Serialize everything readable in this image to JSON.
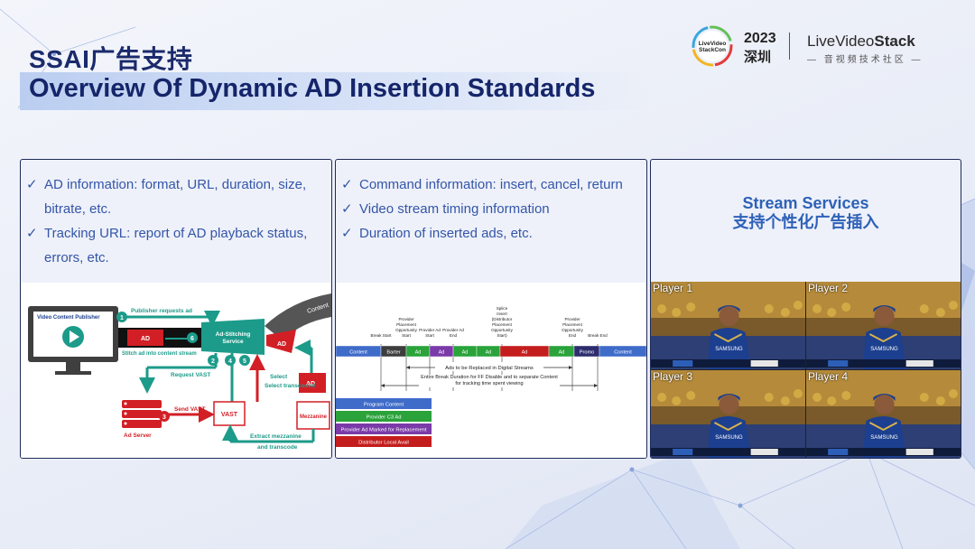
{
  "header": {
    "title_cn": "SSAI广告支持",
    "title_en": "Overview Of Dynamic AD Insertion Standards"
  },
  "logo": {
    "badge_line1": "LiveVideo",
    "badge_line2": "StackCon",
    "year": "2023",
    "city": "深圳",
    "brand_prefix": "L",
    "brand_mid": "iveVideo",
    "brand_suffix": "Stack",
    "brand_sub": "— 音视频技术社区 —"
  },
  "panel1": {
    "bullets": [
      "AD information: format, URL, duration, size, bitrate, etc.",
      "Tracking URL: report of AD playback status, errors, etc."
    ],
    "diagram": {
      "publisher_box": "Video Content Publisher",
      "step1_label": "Publisher requests ad",
      "stitch_service": "Ad-Stitching Service",
      "content_label": "Content",
      "ad_label": "AD",
      "step6_label": "Stitch ad into content stream",
      "request_vast": "Request VAST",
      "select_transcoded": "Select transcoded",
      "send_vast": "Send VAST",
      "vast_box": "VAST",
      "mezzanine_box": "Mezzanine",
      "ad_server": "Ad Server",
      "extract_label": "Extract mezzanine and transcode",
      "steps": [
        "1",
        "2",
        "3",
        "4",
        "5",
        "6"
      ]
    }
  },
  "panel2": {
    "bullets": [
      "Command information: insert, cancel, return",
      "Video stream timing information",
      "Duration of inserted ads, etc."
    ],
    "diagram": {
      "markers": [
        "Break Start",
        "Provider Placement Opportunity Start",
        "Provider Ad Start",
        "Provider Ad End",
        "Splice Insert (Distributor Placement Opportunity Start)",
        "Provider Placement Opportunity End",
        "Break End"
      ],
      "segments": [
        "Content",
        "Barter",
        "Ad",
        "Ad",
        "Ad",
        "Ad",
        "Ad",
        "Ad",
        "Promo",
        "Content"
      ],
      "replaced_label": "Ads to be Replaced in Digital Streams",
      "break_label": "Entire Break Duration for FF Disable and to separate Content for tracking time spent viewing",
      "legend": [
        "Program Content",
        "Provider C3 Ad",
        "Provider Ad Marked for Replacement",
        "Distributor Local Avail"
      ]
    }
  },
  "panel3": {
    "title_en": "Stream Services",
    "title_cn": "支持个性化广告插入",
    "players": [
      "Player 1",
      "Player 2",
      "Player 3",
      "Player 4"
    ]
  }
}
